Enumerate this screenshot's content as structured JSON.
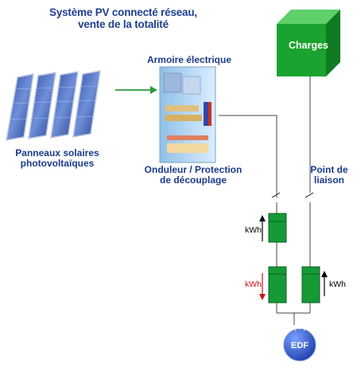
{
  "diagram": {
    "title": "Système PV connecté réseau,\nvente de la totalité",
    "armoire_label": "Armoire électrique",
    "panels_label": "Panneaux solaires\nphotovoltaïques",
    "onduleur_label": "Onduleur / Protection\nde découplage",
    "point_label": "Point de\nliaison",
    "charges_label": "Charges",
    "kwh_label": "kWh",
    "edf_label": "EDF"
  },
  "colors": {
    "charges_box": "#1aa32f",
    "meter": "#159a36",
    "arrow_green": "#2a9a3a",
    "kwh_red": "#cc1111",
    "title_blue": "#1f3f8f"
  }
}
